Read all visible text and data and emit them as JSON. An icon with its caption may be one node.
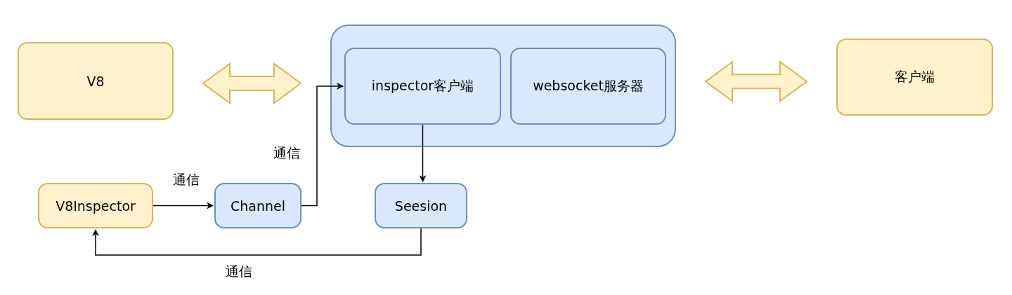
{
  "diagram": {
    "nodes": [
      {
        "text": [
          "V8"
        ]
      },
      {
        "text": [],
        "shape": "box"
      },
      {
        "text": [
          "inspector客户端"
        ],
        "in": 1
      },
      {
        "text": [
          "websocket服务器"
        ],
        "in": 1
      },
      {
        "text": [
          "客户端"
        ]
      },
      {
        "text": [
          "V8Inspector"
        ]
      },
      {
        "text": [
          "Channel"
        ]
      },
      {
        "text": [
          "Seesion"
        ]
      }
    ],
    "edges": [
      {
        "from": 0,
        "to": 1,
        "arrow": "both",
        "style": "thick",
        "color": "#d6b656"
      },
      {
        "from": 1,
        "to": 4,
        "arrow": "both",
        "style": "thick",
        "color": "#d6b656"
      },
      {
        "from": 5,
        "to": 6,
        "arrow": "to",
        "label": "通信"
      },
      {
        "from": 6,
        "to": 2,
        "arrow": "to",
        "label": "通信"
      },
      {
        "from": 2,
        "to": 7,
        "arrow": "to"
      },
      {
        "from": 7,
        "to": 5,
        "arrow": "to",
        "label": "通信"
      }
    ]
  }
}
